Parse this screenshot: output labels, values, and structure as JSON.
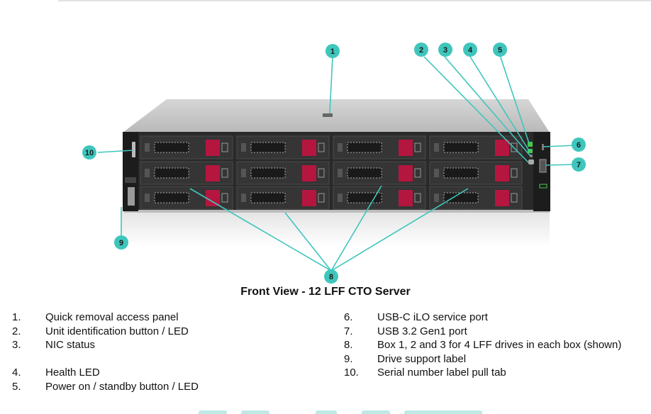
{
  "figure": {
    "caption": "Front View - 12 LFF CTO Server",
    "callout_color": "#3fc6bc",
    "callouts": [
      "1",
      "2",
      "3",
      "4",
      "5",
      "6",
      "7",
      "8",
      "9",
      "10"
    ],
    "drive_handle_color": "#b5163f",
    "led_color": "#46c94a"
  },
  "legend": {
    "left": [
      {
        "num": "1.",
        "text": "Quick removal access panel"
      },
      {
        "num": "2.",
        "text": "Unit identification button / LED"
      },
      {
        "num": "3.",
        "text": "NIC status"
      },
      {
        "num": "4.",
        "text": "Health LED"
      },
      {
        "num": "5.",
        "text": "Power on / standby button / LED"
      }
    ],
    "right": [
      {
        "num": "6.",
        "text": "USB-C iLO service port"
      },
      {
        "num": "7.",
        "text": "USB 3.2 Gen1 port"
      },
      {
        "num": "8.",
        "text": "Box 1, 2 and 3 for 4 LFF drives in each box (shown)"
      },
      {
        "num": "9.",
        "text": "Drive support label"
      },
      {
        "num": "10.",
        "text": "Serial number label pull tab"
      }
    ]
  }
}
